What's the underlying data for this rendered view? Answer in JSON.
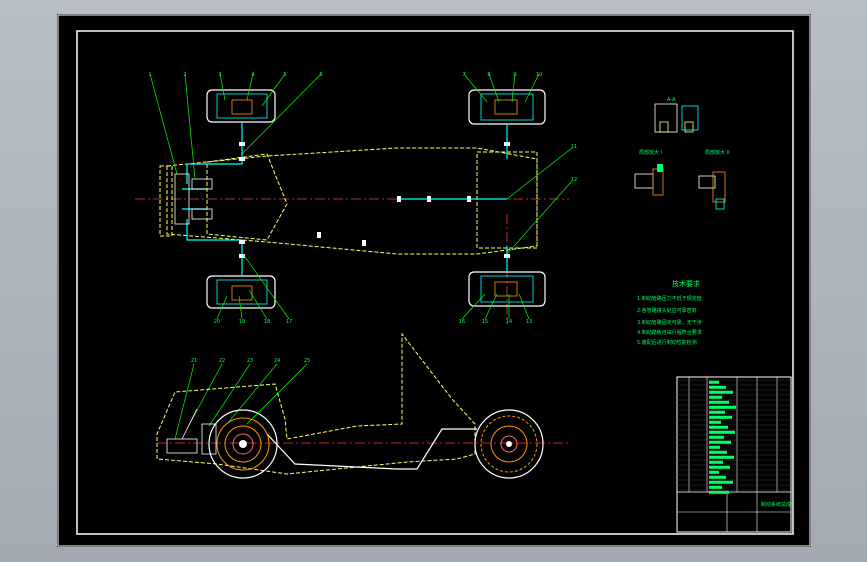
{
  "drawing": {
    "title_block_label": "制动系统总成",
    "tech_req_title": "技术要求",
    "tech_req_lines": [
      "1.制动管路压力不低于规定值",
      "2.各管路接头处应可靠密封",
      "3.制动管路固定可靠，无干涉",
      "4.制动踏板自由行程符合要求",
      "5.装配后进行制动性能检测"
    ],
    "section_labels": [
      "A-A",
      "局部放大 I",
      "局部放大 II"
    ],
    "balloons_top_left": [
      "1",
      "2",
      "3",
      "4",
      "5",
      "6"
    ],
    "balloons_top_right": [
      "7",
      "8",
      "9",
      "10"
    ],
    "balloons_right": [
      "11",
      "12"
    ],
    "balloons_bottom_left": [
      "20",
      "19",
      "18",
      "17"
    ],
    "balloons_bottom_right": [
      "16",
      "15",
      "14",
      "13"
    ],
    "balloons_side": [
      "21",
      "22",
      "23",
      "24",
      "25"
    ]
  },
  "colors": {
    "frame": "#ffffff",
    "chassis": "#ffff66",
    "leader": "#00ff00",
    "pipe": "#00ffff",
    "wheel": "#ff9900",
    "centerline": "#ff0000",
    "text": "#00ff66"
  }
}
